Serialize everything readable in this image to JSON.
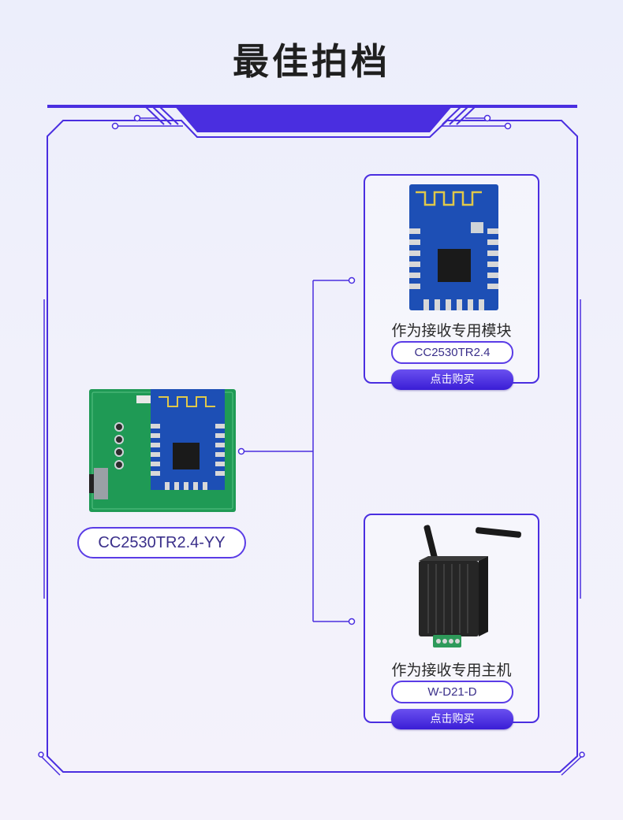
{
  "page": {
    "title": "最佳拍档"
  },
  "main_product": {
    "model": "CC2530TR2.4-YY"
  },
  "options": [
    {
      "label": "作为接收专用模块",
      "model": "CC2530TR2.4",
      "buy_label": "点击购买"
    },
    {
      "label": "作为接收专用主机",
      "model": "W-D21-D",
      "buy_label": "点击购买"
    }
  ],
  "colors": {
    "accent": "#4a2ee0",
    "button": "#3a1dd6",
    "pcb_green": "#1f9a55",
    "pcb_blue": "#1d4fb5"
  }
}
